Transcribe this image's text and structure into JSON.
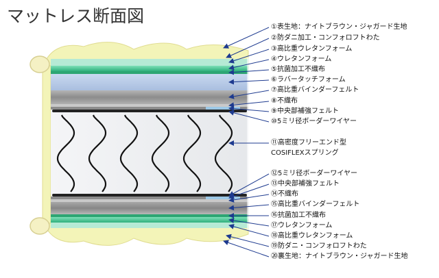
{
  "title": "マットレス断面図",
  "labels": [
    "①表生地：ナイトブラウン・ジャガード生地",
    "②防ダニ加工・コンフォロフトわた",
    "③高比重ウレタンフォーム",
    "④ウレタンフォーム",
    "⑤抗菌加工不織布",
    "⑥ラバータッチフォーム",
    "⑦高比重バインダーフェルト",
    "⑧不織布",
    "⑨中央部補強フェルト",
    "⑩5ミリ径ボーダーワイヤー",
    "⑪高密度フリーエンド型",
    "COSIFLEXスプリング",
    "⑫5ミリ径ボーダーワイヤー",
    "⑬中央部補強フェルト",
    "⑭不織布",
    "⑮高比重バインダーフェルト",
    "⑯抗菌加工不織布",
    "⑰ウレタンフォーム",
    "⑱高比重ウレタンフォーム",
    "⑲防ダニ・コンフォロフトわた",
    "⑳裏生地：ナイトブラウン・ジャガード生地"
  ],
  "colors": {
    "fabric": "#f3f4b8",
    "fabric_edge": "#e6e39a",
    "urethane_green": "#3cc08c",
    "rubber_blue": "#b9cdea",
    "felt_gray": "#9a9a9a",
    "spring_bg": "#eef0f2",
    "arrow_blue": "#1d3a8f"
  }
}
